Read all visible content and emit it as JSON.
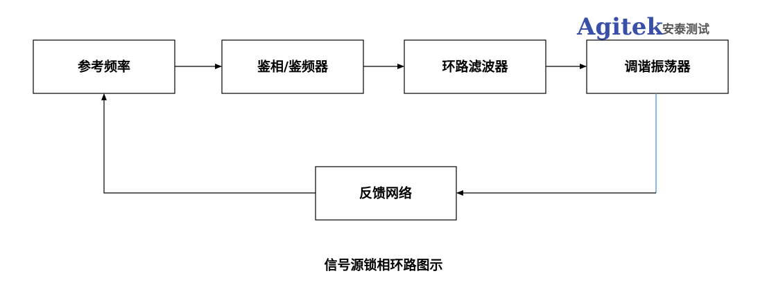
{
  "logo": {
    "brand": "Agitek",
    "subtitle": "安泰测试",
    "brand_color": "#3a4fa8",
    "subtitle_color": "#555555"
  },
  "nodes": {
    "reference": "参考频率",
    "phase_detector": "鉴相/鉴频器",
    "loop_filter": "环路滤波器",
    "vco": "调谐振荡器",
    "feedback": "反馈网络"
  },
  "caption": "信号源锁相环路图示",
  "colors": {
    "box_stroke": "#000000",
    "arrow": "#000000",
    "vco_output_line": "#5b9bd5"
  }
}
